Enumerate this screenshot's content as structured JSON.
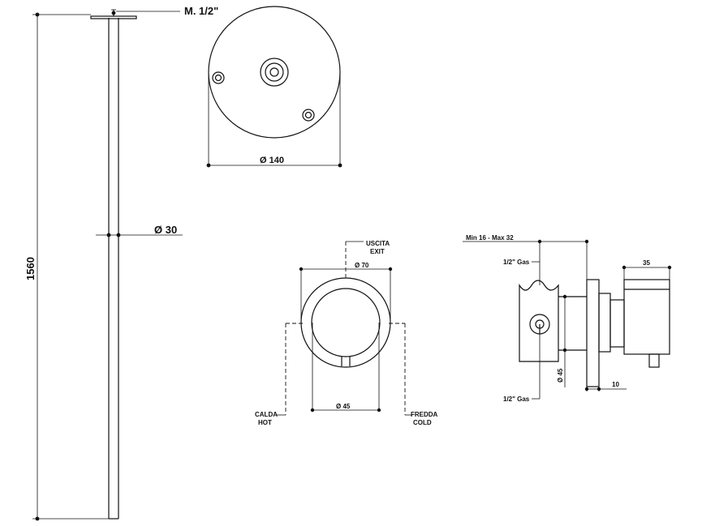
{
  "drawing": {
    "column": {
      "height_label": "1560",
      "diameter_label": "Ø  30",
      "thread_label": "M. 1/2\""
    },
    "top_view": {
      "diameter_label": "Ø  140"
    },
    "front_view": {
      "exit_label_it": "USCITA",
      "exit_label_en": "EXIT",
      "outer_diameter_label": "Ø 70",
      "inner_diameter_label": "Ø 45",
      "hot_label_it": "CALDA",
      "hot_label_en": "HOT",
      "cold_label_it": "FREDDA",
      "cold_label_en": "COLD"
    },
    "side_view": {
      "depth_range_label": "Min 16 - Max 32",
      "top_connection_label": "1/2\" Gas",
      "bottom_connection_label": "1/2\" Gas",
      "body_diameter_label": "Ø 45",
      "handle_depth_label": "35",
      "plate_offset_label": "10"
    }
  }
}
